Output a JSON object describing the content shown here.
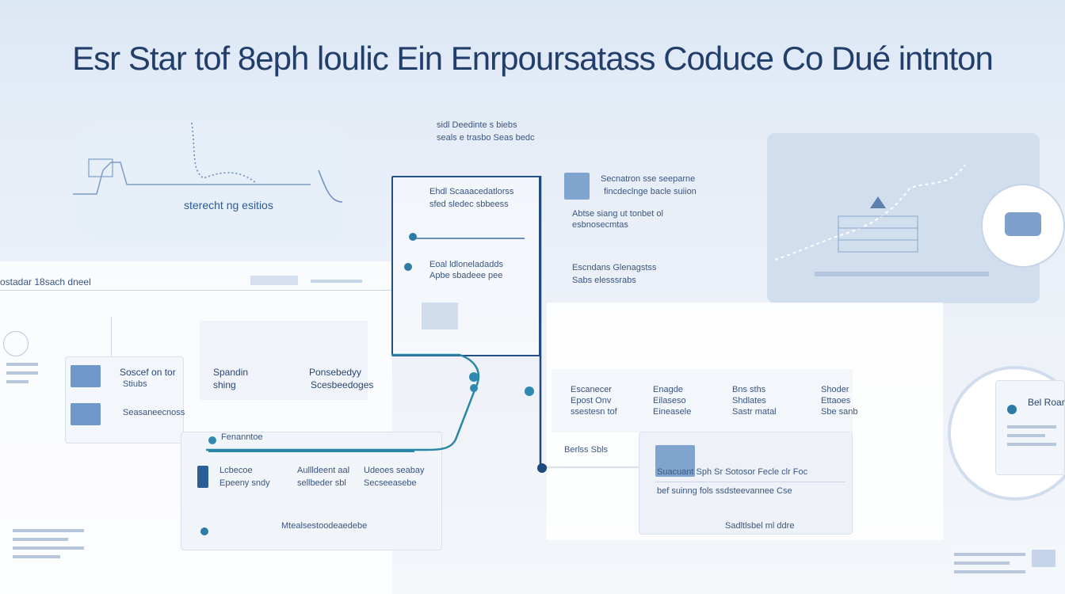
{
  "title": "Esr Star tof 8eph loulic Ein Enrpoursatass Coduce Co Dué intnton",
  "left_panel": {
    "caption": "sterecht ng esitios",
    "toolbar_label": "ostadar 18sach dneel"
  },
  "top_center_note": {
    "line1": "sidl Deedinte s biebs",
    "line2": "seals e trasbo Seas bedc"
  },
  "flow_box": {
    "line1": "Ehdl Scaaacedatlorss",
    "line2": "sfed sledec sbbeess",
    "line3": "Eoal ldloneladadds",
    "line4": "Apbe sbadeee pee"
  },
  "mid_list": {
    "item1": "Secnatron sse seeparne",
    "item1b": "fincdeclnge bacle suiion",
    "item2": "Abtse siang ut tonbet ol",
    "item2b": "esbnosecmtas",
    "item3": "Escndans Glenagstss",
    "item3b": "Sabs elesssrabs"
  },
  "cards_left": {
    "c1a": "Soscef on tor",
    "c1b": "Stiubs",
    "c1c": "Seasaneecnoss",
    "c2a": "Spandin",
    "c2b": "shing",
    "c3a": "Ponsebedyy",
    "c3b": "Scesbeedoges"
  },
  "lower_left": {
    "header": "Fenanntoe",
    "a1": "Lcbecoe",
    "a2": "Epeeny sndy",
    "b1": "Aullldeent aal",
    "b2": "sellbeder sbl",
    "c1": "Udeoes seabay",
    "c2": "Secseeasebe",
    "footer": "Mtealsestoodeaedebe"
  },
  "right_grid": {
    "h1": "Escanecer",
    "h1b": "Epost Onv",
    "h1c": "ssestesn tof",
    "h2": "Enagde",
    "h2b": "Eilaseso",
    "h2c": "Eineasele",
    "h3": "Bns sths",
    "h3b": "Shdlates",
    "h3c": "Sastr matal",
    "h4": "Shoder",
    "h4b": "Ettaoes",
    "h4c": "Sbe sanb"
  },
  "bottom_right": {
    "tab": "Berlss Sbls",
    "line1": "Suacuant Sph Sr Sotosor Fecle clr Foc",
    "line2": "bef suinng fols ssdsteevannee Cse",
    "footer": "Sadltlsbel ml ddre"
  },
  "corner_card": {
    "label": "Bel Roar"
  },
  "colors": {
    "primary": "#1e4a7e",
    "accent": "#2b7ca6",
    "panel": "#ffffff"
  }
}
